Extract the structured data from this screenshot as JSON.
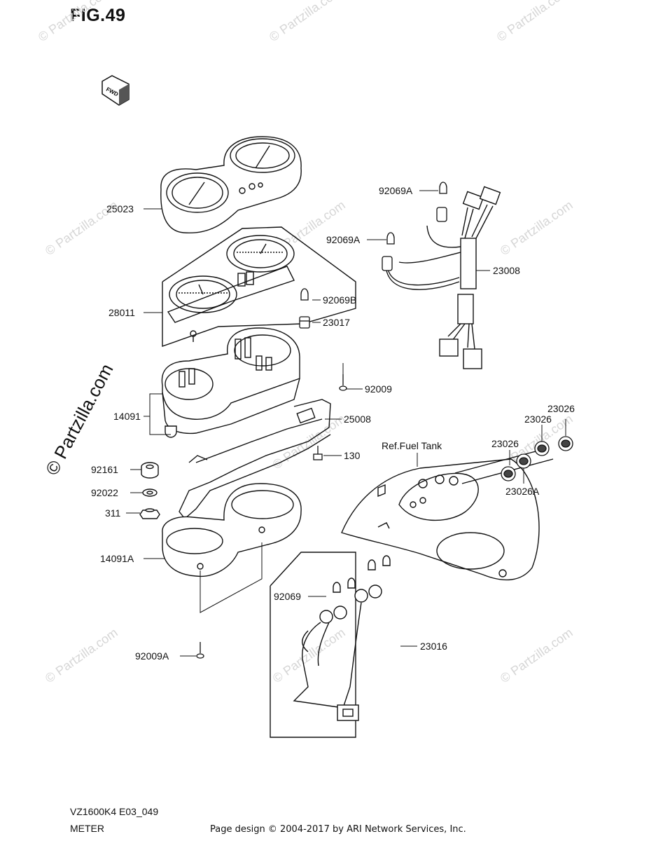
{
  "figure": {
    "title": "FIG.49",
    "fwd_label": "FWD"
  },
  "watermark": {
    "small": "© Partzilla.com",
    "large": "© Partzilla.com"
  },
  "callouts": {
    "p25023": "25023",
    "p28011": "28011",
    "p92069B": "92069B",
    "p23017": "23017",
    "p92009": "92009",
    "p14091": "14091",
    "p25008": "25008",
    "p130": "130",
    "p92161": "92161",
    "p92022": "92022",
    "p311": "311",
    "p14091A": "14091A",
    "p92009A": "92009A",
    "p92069A_top": "92069A",
    "p92069A_mid": "92069A",
    "p23008": "23008",
    "ref_fuel_tank": "Ref.Fuel Tank",
    "p23026_a": "23026",
    "p23026_b": "23026",
    "p23026_c": "23026",
    "p23026A": "23026A",
    "p92069": "92069",
    "p23016": "23016"
  },
  "footer": {
    "model_code": "VZ1600K4 E03_049",
    "section": "METER",
    "credit": "Page design © 2004-2017 by ARI Network Services, Inc."
  }
}
